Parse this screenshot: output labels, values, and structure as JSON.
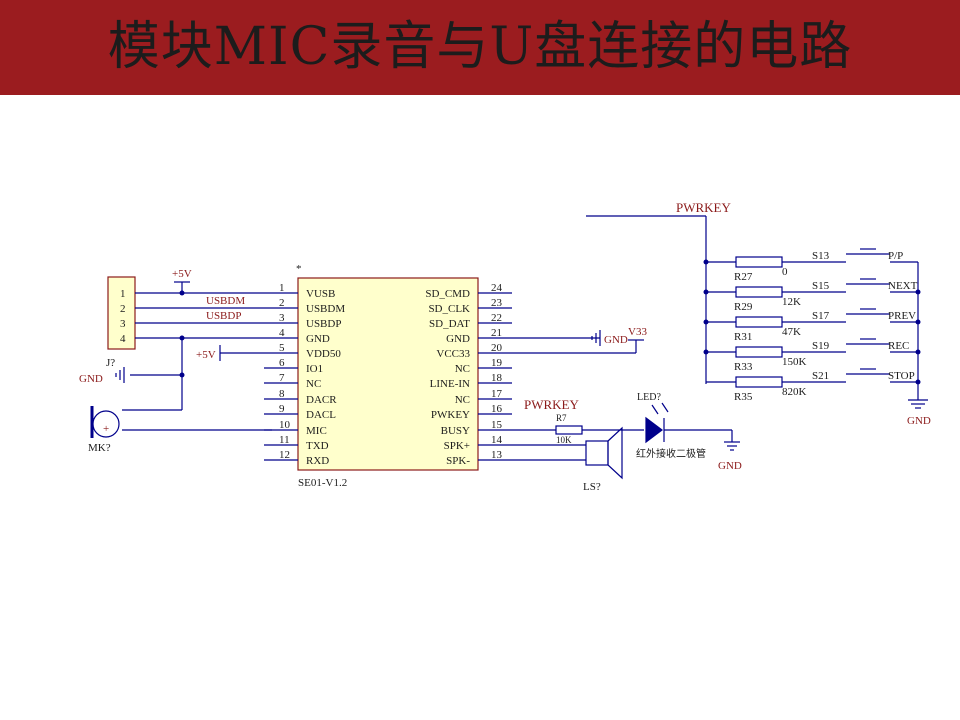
{
  "title": "模块MIC录音与U盘连接的电路",
  "colors": {
    "title_bg": "#9b1c1f",
    "wire": "#00008b",
    "label": "#8b1a1a",
    "chip_fill": "#ffffcc"
  },
  "chip": {
    "name": "SE01-V1.2",
    "marker": "*",
    "left_pins": [
      {
        "num": "1",
        "label": "VUSB"
      },
      {
        "num": "2",
        "label": "USBDM"
      },
      {
        "num": "3",
        "label": "USBDP"
      },
      {
        "num": "4",
        "label": "GND"
      },
      {
        "num": "5",
        "label": "VDD50"
      },
      {
        "num": "6",
        "label": "IO1"
      },
      {
        "num": "7",
        "label": "NC"
      },
      {
        "num": "8",
        "label": "DACR"
      },
      {
        "num": "9",
        "label": "DACL"
      },
      {
        "num": "10",
        "label": "MIC"
      },
      {
        "num": "11",
        "label": "TXD"
      },
      {
        "num": "12",
        "label": "RXD"
      }
    ],
    "right_pins": [
      {
        "num": "24",
        "label": "SD_CMD"
      },
      {
        "num": "23",
        "label": "SD_CLK"
      },
      {
        "num": "22",
        "label": "SD_DAT"
      },
      {
        "num": "21",
        "label": "GND"
      },
      {
        "num": "20",
        "label": "VCC33"
      },
      {
        "num": "19",
        "label": "NC"
      },
      {
        "num": "18",
        "label": "LINE-IN"
      },
      {
        "num": "17",
        "label": "NC"
      },
      {
        "num": "16",
        "label": "PWKEY"
      },
      {
        "num": "15",
        "label": "BUSY"
      },
      {
        "num": "14",
        "label": "SPK+"
      },
      {
        "num": "13",
        "label": "SPK-"
      }
    ]
  },
  "connector": {
    "ref": "J?",
    "pins": [
      "1",
      "2",
      "3",
      "4"
    ]
  },
  "nets": {
    "p5v_top": "+5V",
    "p5v_mid": "+5V",
    "usbdm": "USBDM",
    "usbdp": "USBDP",
    "gnd_left": "GND",
    "gnd_chip": "GND",
    "v33": "V33",
    "pwrkey_top": "PWRKEY",
    "pwrkey_mid": "PWRKEY",
    "gnd_led": "GND",
    "gnd_keys": "GND"
  },
  "mic": {
    "ref": "MK?",
    "plus": "+"
  },
  "r7": {
    "ref": "R7",
    "value": "10K"
  },
  "speaker": {
    "ref": "LS?"
  },
  "led": {
    "ref": "LED?",
    "caption": "红外接收二极管"
  },
  "keys": [
    {
      "resistor": "R27",
      "value": "0",
      "switch": "S13",
      "label": "P/P"
    },
    {
      "resistor": "R29",
      "value": "12K",
      "switch": "S15",
      "label": "NEXT"
    },
    {
      "resistor": "R31",
      "value": "47K",
      "switch": "S17",
      "label": "PREV"
    },
    {
      "resistor": "R33",
      "value": "150K",
      "switch": "S19",
      "label": "REC"
    },
    {
      "resistor": "R35",
      "value": "820K",
      "switch": "S21",
      "label": "STOP"
    }
  ]
}
